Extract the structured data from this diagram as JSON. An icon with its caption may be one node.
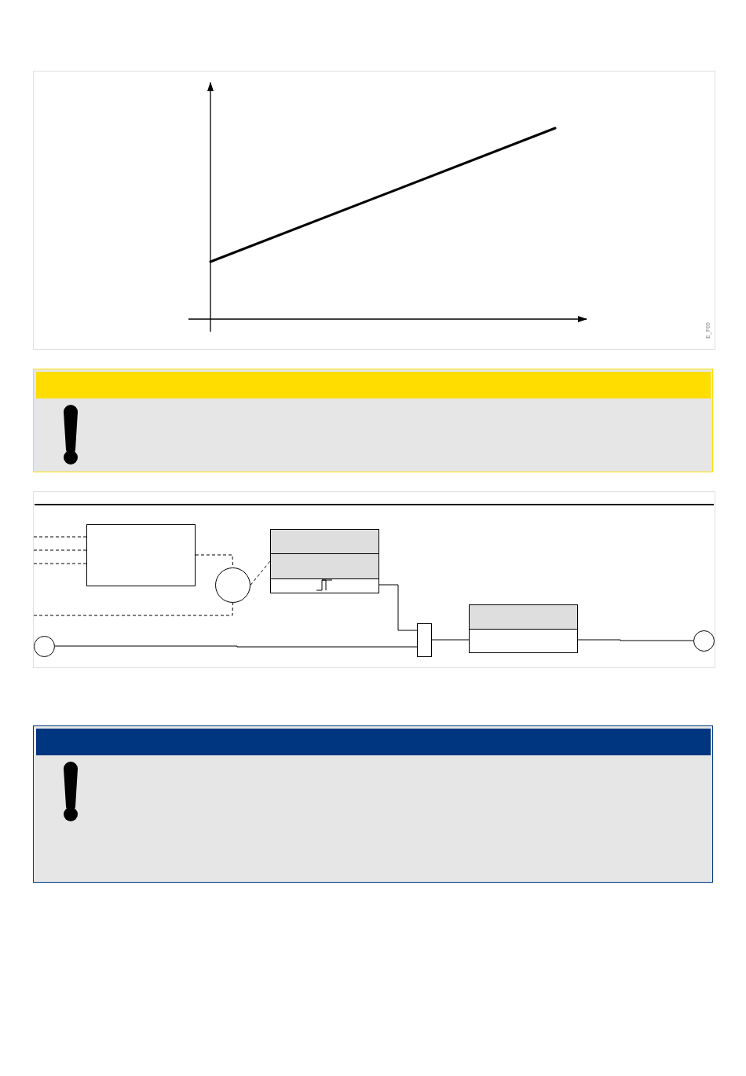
{
  "diagram": {
    "nodes": [
      {
        "text": [],
        "shape": "box"
      },
      {
        "text": [],
        "shape": "circle"
      },
      {
        "text": [],
        "shape": "box"
      },
      {
        "text": [],
        "shape": "bar"
      },
      {
        "text": [],
        "shape": "box"
      },
      {
        "text": [],
        "shape": "circle"
      },
      {
        "text": [],
        "shape": "circle"
      }
    ],
    "edges": [
      {
        "from": null,
        "to": 0,
        "arrow": "none",
        "style": "dashed"
      },
      {
        "from": null,
        "to": 0,
        "arrow": "none",
        "style": "dashed"
      },
      {
        "from": null,
        "to": 0,
        "arrow": "none",
        "style": "dashed"
      },
      {
        "from": 0,
        "to": 1,
        "arrow": "none",
        "style": "dashed"
      },
      {
        "from": null,
        "to": 1,
        "arrow": "none",
        "style": "dashed"
      },
      {
        "from": 1,
        "to": 2,
        "arrow": "none",
        "style": "dashed"
      },
      {
        "from": 2,
        "to": 3,
        "arrow": "none"
      },
      {
        "from": 5,
        "to": 3,
        "arrow": "none"
      },
      {
        "from": 3,
        "to": 4,
        "arrow": "none"
      },
      {
        "from": 4,
        "to": 6,
        "arrow": "none"
      }
    ],
    "labels": [
      "E_F69"
    ]
  }
}
